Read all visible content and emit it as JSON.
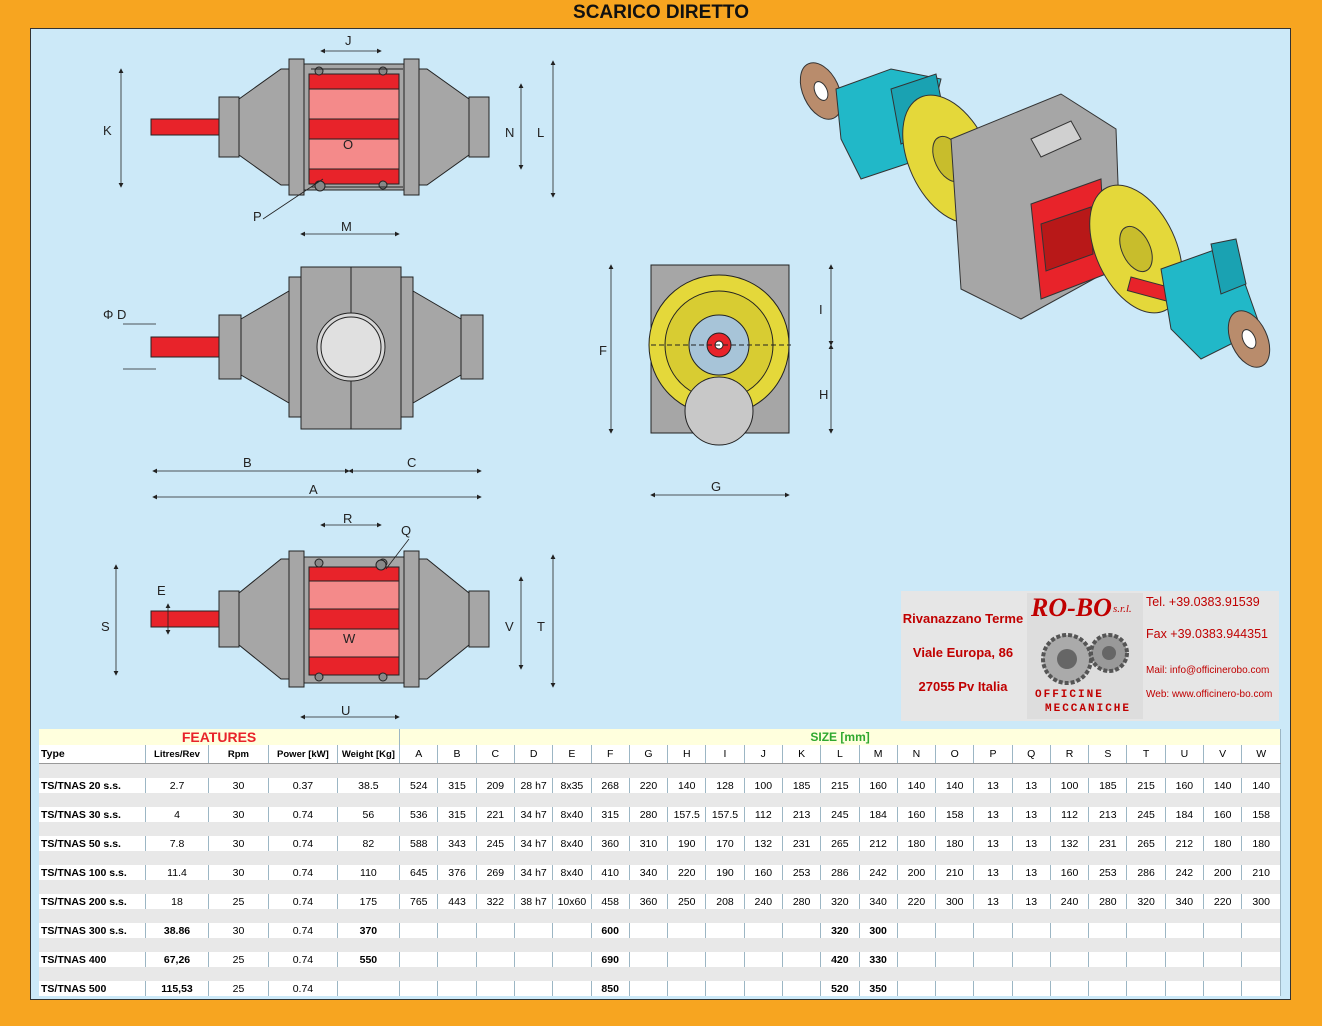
{
  "page": {
    "title": "SCARICO  DIRETTO"
  },
  "drawing": {
    "dims": {
      "top": [
        "J",
        "K",
        "N",
        "L",
        "O",
        "P",
        "M"
      ],
      "middle": [
        "Φ D",
        "B",
        "C",
        "A"
      ],
      "side": [
        "F",
        "I",
        "H",
        "G"
      ],
      "bottom": [
        "R",
        "Q",
        "E",
        "S",
        "V",
        "T",
        "W",
        "U"
      ]
    }
  },
  "company": {
    "address": [
      "Rivanazzano Terme",
      "Viale Europa, 86",
      "27055 Pv Italia"
    ],
    "logo": {
      "name": "RO-BO",
      "suffix": "s.r.l.",
      "line1": "OFFICINE",
      "line2": "MECCANICHE"
    },
    "tel": "Tel. +39.0383.91539",
    "fax": "Fax +39.0383.944351",
    "mail": "Mail: info@officinerobo.com",
    "web": "Web: www.officinero-bo.com"
  },
  "table": {
    "features_title": "FEATURES",
    "size_title": "SIZE  [mm]",
    "columns": [
      "Type",
      "Litres/Rev",
      "Rpm",
      "Power [kW]",
      "Weight [Kg]",
      "A",
      "B",
      "C",
      "D",
      "E",
      "F",
      "G",
      "H",
      "I",
      "J",
      "K",
      "L",
      "M",
      "N",
      "O",
      "P",
      "Q",
      "R",
      "S",
      "T",
      "U",
      "V",
      "W"
    ],
    "rows": [
      [
        "TS/TNAS 20 s.s.",
        "2.7",
        "30",
        "0.37",
        "38.5",
        "524",
        "315",
        "209",
        "28 h7",
        "8x35",
        "268",
        "220",
        "140",
        "128",
        "100",
        "185",
        "215",
        "160",
        "140",
        "140",
        "13",
        "13",
        "100",
        "185",
        "215",
        "160",
        "140",
        "140"
      ],
      [
        "TS/TNAS 30 s.s.",
        "4",
        "30",
        "0.74",
        "56",
        "536",
        "315",
        "221",
        "34 h7",
        "8x40",
        "315",
        "280",
        "157.5",
        "157.5",
        "112",
        "213",
        "245",
        "184",
        "160",
        "158",
        "13",
        "13",
        "112",
        "213",
        "245",
        "184",
        "160",
        "158"
      ],
      [
        "TS/TNAS 50 s.s.",
        "7.8",
        "30",
        "0.74",
        "82",
        "588",
        "343",
        "245",
        "34 h7",
        "8x40",
        "360",
        "310",
        "190",
        "170",
        "132",
        "231",
        "265",
        "212",
        "180",
        "180",
        "13",
        "13",
        "132",
        "231",
        "265",
        "212",
        "180",
        "180"
      ],
      [
        "TS/TNAS 100 s.s.",
        "11.4",
        "30",
        "0.74",
        "110",
        "645",
        "376",
        "269",
        "34 h7",
        "8x40",
        "410",
        "340",
        "220",
        "190",
        "160",
        "253",
        "286",
        "242",
        "200",
        "210",
        "13",
        "13",
        "160",
        "253",
        "286",
        "242",
        "200",
        "210"
      ],
      [
        "TS/TNAS 200 s.s.",
        "18",
        "25",
        "0.74",
        "175",
        "765",
        "443",
        "322",
        "38 h7",
        "10x60",
        "458",
        "360",
        "250",
        "208",
        "240",
        "280",
        "320",
        "340",
        "220",
        "300",
        "13",
        "13",
        "240",
        "280",
        "320",
        "340",
        "220",
        "300"
      ],
      [
        "TS/TNAS 300 s.s.",
        "38.86",
        "30",
        "0.74",
        "370",
        "",
        "",
        "",
        "",
        "",
        "600",
        "",
        "",
        "",
        "",
        "",
        "320",
        "300",
        "",
        "",
        "",
        "",
        "",
        "",
        "",
        "",
        "",
        ""
      ],
      [
        "TS/TNAS 400",
        "67,26",
        "25",
        "0.74",
        "550",
        "",
        "",
        "",
        "",
        "",
        "690",
        "",
        "",
        "",
        "",
        "",
        "420",
        "330",
        "",
        "",
        "",
        "",
        "",
        "",
        "",
        "",
        "",
        ""
      ],
      [
        "TS/TNAS 500",
        "115,53",
        "25",
        "0.74",
        "",
        "",
        "",
        "",
        "",
        "",
        "850",
        "",
        "",
        "",
        "",
        "",
        "520",
        "350",
        "",
        "",
        "",
        "",
        "",
        "",
        "",
        "",
        "",
        ""
      ]
    ]
  },
  "colors": {
    "background": "#f7a520",
    "sheet": "#cce9f8",
    "body": "#a6a6a6",
    "rotor": "#e8232a",
    "flange": "#e4d83a",
    "cyan": "#21b8c8",
    "brand": "#c00000"
  }
}
